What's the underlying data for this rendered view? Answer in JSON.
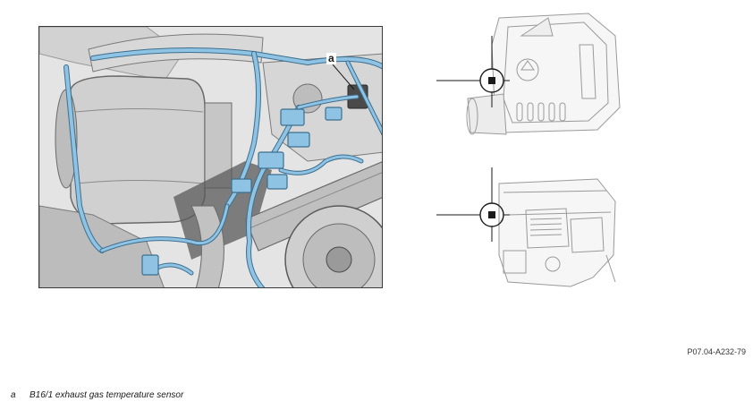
{
  "illustration": {
    "callout": "a",
    "figure_code": "P07.04-A232-79"
  },
  "legend": [
    {
      "key": "a",
      "text": "B16/1 exhaust gas temperature sensor"
    }
  ],
  "colors": {
    "harness_blue": "#8fc3e3",
    "harness_outline": "#3d6f8f",
    "metal_gray": "#c9c9c9",
    "dark_gray": "#4a4a4a",
    "frame": "#3a3a3a"
  }
}
